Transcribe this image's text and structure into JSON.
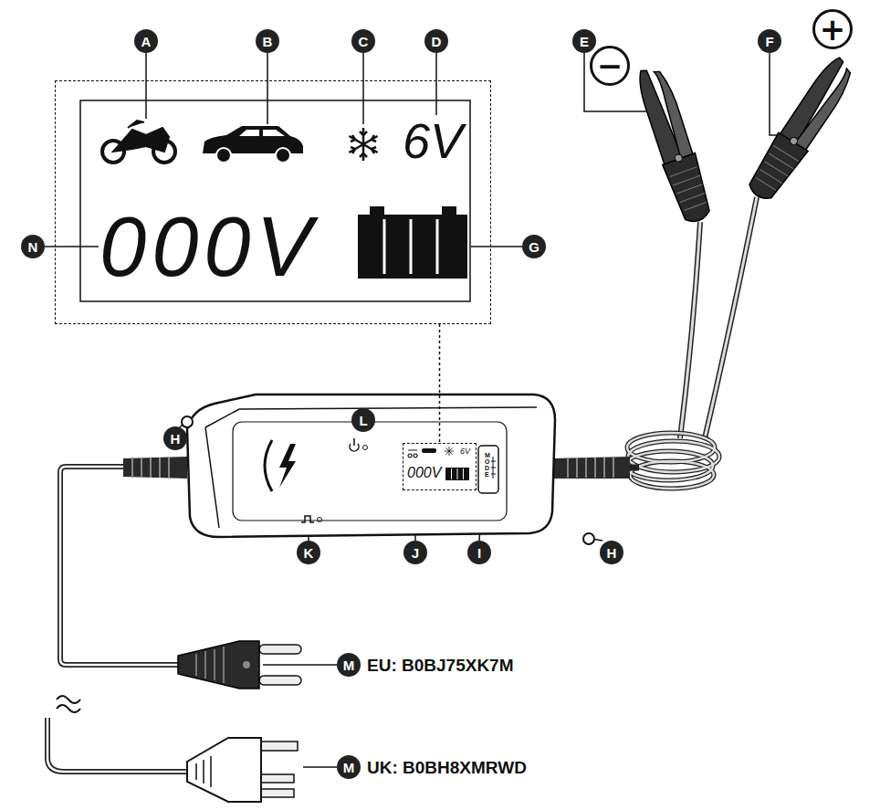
{
  "diagram": {
    "nodes": [
      {
        "text": [
          "6V",
          "000V"
        ]
      },
      {
        "text": [
          "6V",
          "000V"
        ]
      }
    ],
    "edges": [
      {
        "from": 0,
        "to": 1,
        "arrow": "none"
      }
    ],
    "labels": [
      "A",
      "B",
      "C",
      "D",
      "E",
      "F",
      "N",
      "G",
      "H",
      "L",
      "K",
      "J",
      "I",
      "H",
      "M",
      "EU: B0BJ75XK7M",
      "M",
      "UK: B0BH8XMRWD",
      "−",
      "+",
      "MODE"
    ]
  }
}
